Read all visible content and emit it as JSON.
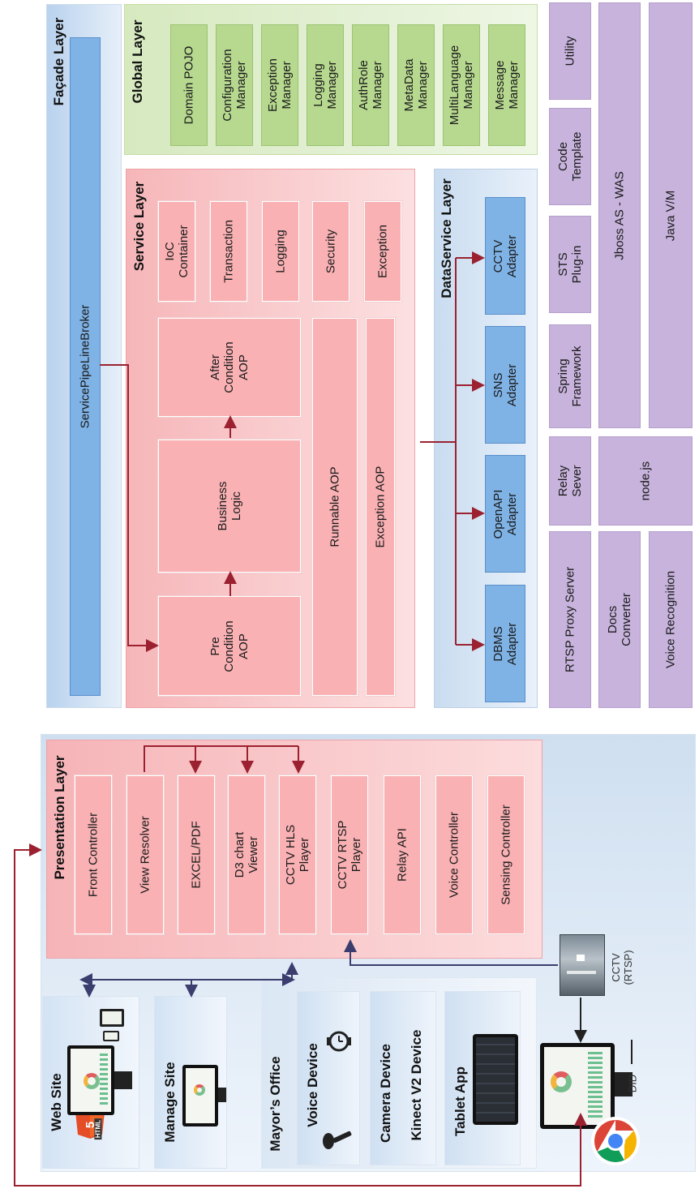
{
  "facade": {
    "title": "Façade Layer",
    "broker": "ServicePipeLineBroker"
  },
  "global": {
    "title": "Global Layer",
    "items": [
      "Domain POJO",
      "Configuration\nManager",
      "Exception\nManager",
      "Logging\nManager",
      "AuthRole\nManager",
      "MetaData\nManager",
      "MultiLanguage\nManager",
      "Message\nManager"
    ]
  },
  "service": {
    "title": "Service Layer",
    "aop": [
      "Pre\nCondition\nAOP",
      "Business\nLogic",
      "After\nCondition\nAOP"
    ],
    "runnable": "Runnable AOP",
    "exception_aop": "Exception AOP",
    "items": [
      "IoC\nContainer",
      "Transaction",
      "Logging",
      "Security",
      "Exception"
    ]
  },
  "dataservice": {
    "title": "DataService Layer",
    "adapters": [
      "DBMS\nAdapter",
      "OpenAPI\nAdapter",
      "SNS\nAdapter",
      "CCTV\nAdapter"
    ]
  },
  "infra": {
    "utility": "Utility",
    "code_template": "Code\nTemplate",
    "sts": "STS\nPlug-in",
    "spring": "Spring\nFramework",
    "relay": "Relay\nSever",
    "rtsp": "RTSP Proxy Server",
    "jboss": "Jboss AS - WAS",
    "nodejs": "node.js",
    "docs": "Docs\nConverter",
    "javavm": "Java V/M",
    "voice_recognition": "Voice Recognition"
  },
  "presentation": {
    "title": "Presentation Layer",
    "items": [
      "Front Controller",
      "View Resolver",
      "EXCEL/PDF",
      "D3 chart\nViewer",
      "CCTV HLS\nPlayer",
      "CCTV RTSP\nPlayer",
      "Relay API",
      "Voice Controller",
      "Sensing Controller"
    ]
  },
  "clients": {
    "web_site": "Web Site",
    "manage_site": "Manage Site",
    "mayors_office": "Mayor’s Office",
    "voice_device": "Voice Device",
    "camera_device": "Camera Device",
    "kinect": "Kinect V2 Device",
    "tablet_app": "Tablet App",
    "cctv": "CCTV\n(RTSP)",
    "did": "DID",
    "html5_text": "HTML",
    "html5_num": "5"
  },
  "colors": {
    "arrow": "#9b2130",
    "arrow_blue": "#3a3d6e",
    "pink": "#f9b1b4",
    "blue": "#7fb2e5",
    "green": "#b6d88f",
    "purple": "#c7b3dc"
  }
}
